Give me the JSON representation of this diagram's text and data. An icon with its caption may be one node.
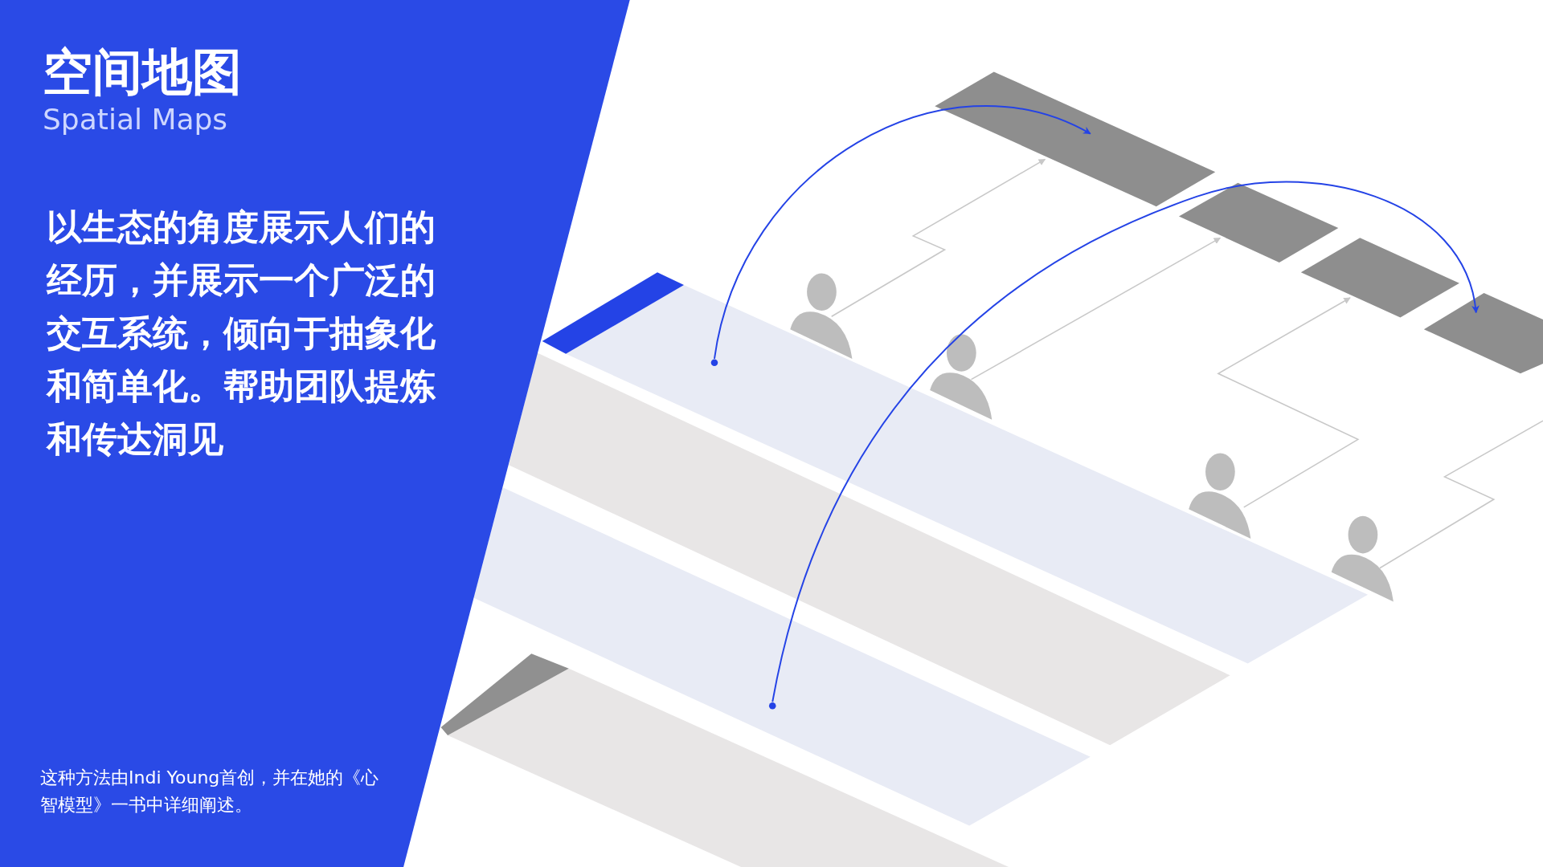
{
  "diagram": {
    "title": "空间地图",
    "nodes": [
      {
        "text": [],
        "shape": "bar"
      },
      {
        "text": [],
        "shape": "bar"
      },
      {
        "text": [],
        "shape": "bar"
      },
      {
        "text": [],
        "shape": "bar"
      },
      {
        "text": [],
        "shape": "person"
      },
      {
        "text": [],
        "shape": "person"
      },
      {
        "text": [],
        "shape": "person"
      },
      {
        "text": [],
        "shape": "person"
      },
      {
        "text": [],
        "shape": "circle"
      },
      {
        "text": [],
        "shape": "circle"
      }
    ],
    "edges": [
      {
        "from": 4,
        "to": 0,
        "arrow": "to"
      },
      {
        "from": 5,
        "to": 1,
        "arrow": "to"
      },
      {
        "from": 6,
        "to": 2,
        "arrow": "to"
      },
      {
        "from": 7,
        "to": null,
        "arrow": "none"
      },
      {
        "from": 8,
        "to": 0,
        "arrow": "to",
        "color": "#2443e6"
      },
      {
        "from": 9,
        "to": 3,
        "arrow": "to",
        "color": "#2443e6"
      }
    ],
    "labels": [
      "Spatial Maps",
      "以生态的角度展示人们的经历，并展示一个广泛的交互系统，倾向于抽象化和简单化。帮助团队提炼和传达洞见"
    ],
    "caption": "这种方法由Indi Young首创，并在她的《心智模型》一书中详细阐述。"
  }
}
